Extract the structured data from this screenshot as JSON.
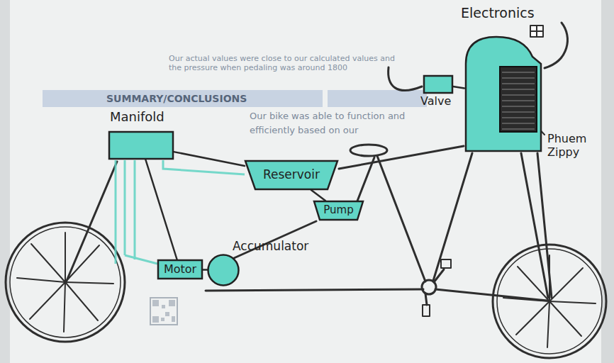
{
  "diagram": {
    "nodes": [
      {
        "text": [
          "Manifold"
        ]
      },
      {
        "text": [
          "Reservoir"
        ]
      },
      {
        "text": [
          "Pump"
        ]
      },
      {
        "text": [
          "Motor"
        ]
      },
      {
        "text": [
          "Accumulator"
        ]
      },
      {
        "text": [
          "Valve"
        ]
      },
      {
        "text": [
          "Electronics"
        ]
      }
    ],
    "edges": [
      {
        "from": 0,
        "to": 1,
        "arrow": "none"
      },
      {
        "from": 0,
        "to": 3,
        "arrow": "none"
      },
      {
        "from": 1,
        "to": 2,
        "arrow": "none"
      },
      {
        "from": 3,
        "to": 4,
        "arrow": "none"
      },
      {
        "from": 5,
        "to": 6,
        "arrow": "none"
      }
    ],
    "labels": [
      "Phuem Zippy",
      "SUMMARY/CONCLUSIONS",
      "Our bike was able to function and",
      "efficiently based on our",
      "Our actual values were close to our calculated values and the pressure when pedaling was around 1800"
    ]
  }
}
